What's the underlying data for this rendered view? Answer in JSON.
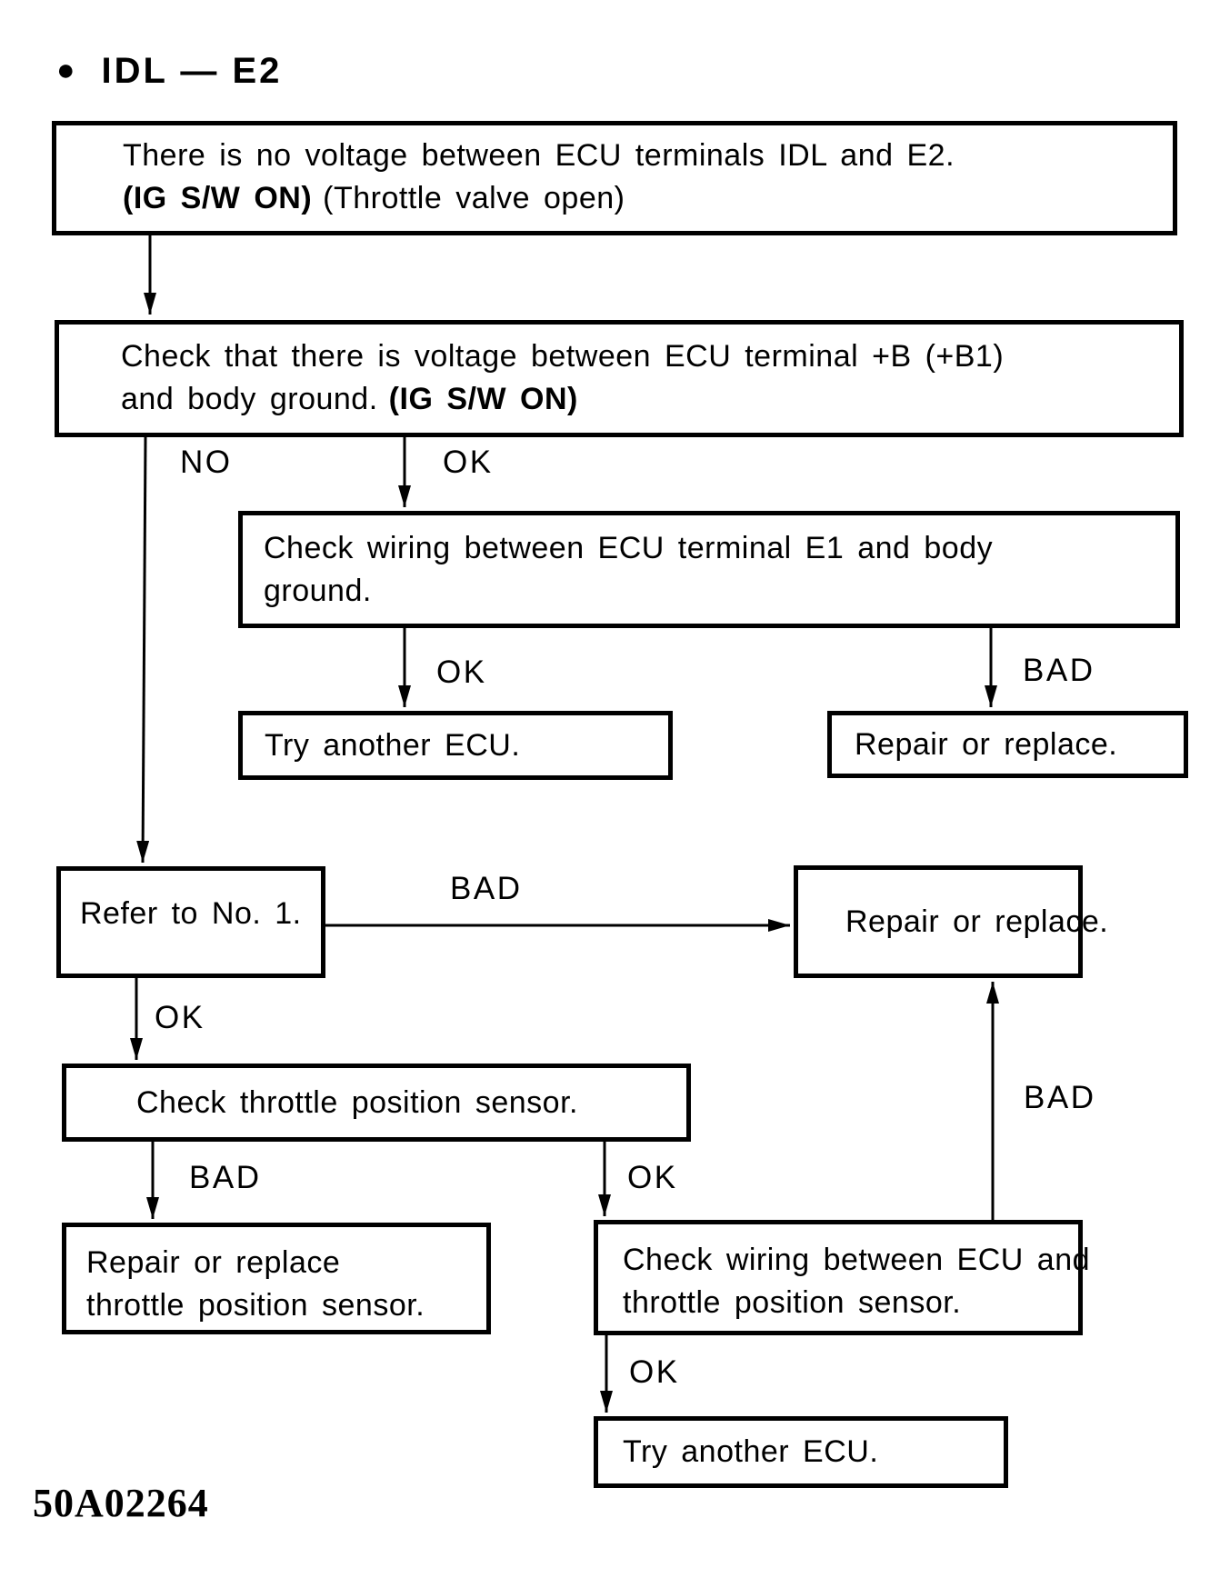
{
  "header": {
    "bullet": "●",
    "title": "IDL — E2"
  },
  "footer": {
    "figure_code": "50A02264"
  },
  "boxes": {
    "no_voltage": {
      "line1": "There is no voltage between ECU terminals IDL and E2.",
      "line2_bold": "(IG S/W ON)",
      "line2_normal": "(Throttle valve open)"
    },
    "check_b_voltage": {
      "line1": "Check that there is voltage between ECU terminal +B (+B1)",
      "line2_normal": "and body ground.",
      "line2_bold": "(IG S/W ON)"
    },
    "check_e1_wiring": {
      "line1": "Check wiring between ECU terminal E1 and body",
      "line2": "ground."
    },
    "try_ecu_1": {
      "text": "Try another ECU."
    },
    "repair_replace_1": {
      "text": "Repair or replace."
    },
    "refer_no1": {
      "text": "Refer to No. 1."
    },
    "repair_replace_2": {
      "text": "Repair or replace."
    },
    "check_tps": {
      "text": "Check throttle position sensor."
    },
    "repair_tps": {
      "line1": "Repair or replace",
      "line2": "throttle position sensor."
    },
    "check_tps_wiring": {
      "line1": "Check wiring between ECU and",
      "line2": "throttle position sensor."
    },
    "try_ecu_2": {
      "text": "Try another ECU."
    }
  },
  "edge_labels": {
    "no_b2_refer": "NO",
    "ok_b2_b3": "OK",
    "ok_b3_try": "OK",
    "bad_b3_repair": "BAD",
    "bad_refer_repair": "BAD",
    "ok_refer_tps": "OK",
    "bad_tps_repair": "BAD",
    "ok_tps_wiring": "OK",
    "bad_wiring_repair": "BAD",
    "ok_wiring_try": "OK"
  }
}
